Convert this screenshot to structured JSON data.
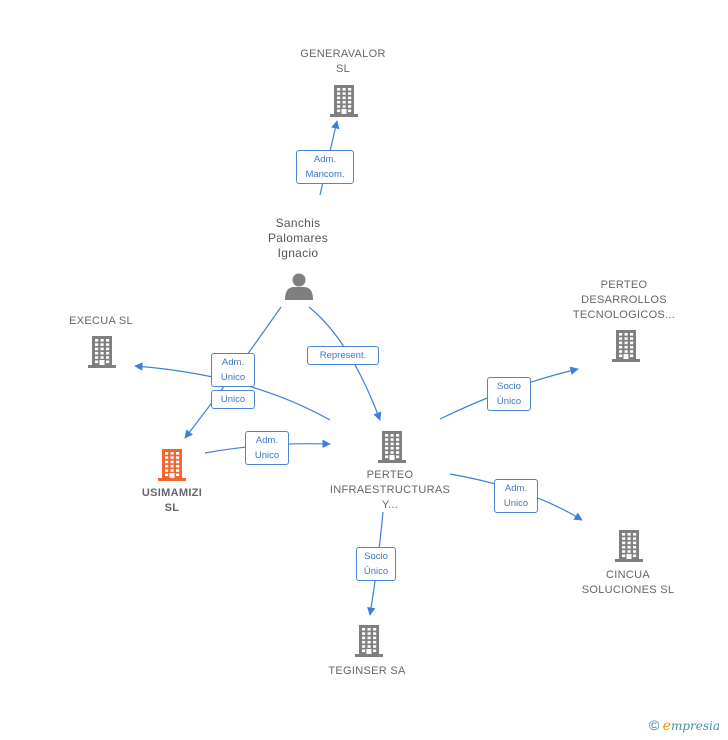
{
  "colors": {
    "edge": "#3c7fdc",
    "company_icon": "#7f7f7f",
    "focus_icon": "#f26430",
    "person_icon": "#7f7f7f"
  },
  "nodes": [
    {
      "id": "generavalor",
      "type": "company",
      "icon": "building-icon",
      "lines": [
        "GENERAVALOR",
        "SL"
      ]
    },
    {
      "id": "sanchis",
      "type": "person",
      "icon": "person-icon",
      "lines": [
        "Sanchis",
        "Palomares",
        "Ignacio"
      ]
    },
    {
      "id": "execua",
      "type": "company",
      "icon": "building-icon",
      "lines": [
        "EXECUA  SL"
      ]
    },
    {
      "id": "perteo_desarrollos",
      "type": "company",
      "icon": "building-icon",
      "lines": [
        "PERTEO",
        "DESARROLLOS",
        "TECNOLOGICOS..."
      ]
    },
    {
      "id": "usimamizi",
      "type": "focus",
      "icon": "building-icon",
      "lines": [
        "USIMAMIZI",
        "SL"
      ]
    },
    {
      "id": "perteo_infra",
      "type": "company",
      "icon": "building-icon",
      "lines": [
        "PERTEO",
        "INFRAESTRUCTURAS",
        "Y..."
      ]
    },
    {
      "id": "cincua",
      "type": "company",
      "icon": "building-icon",
      "lines": [
        "CINCUA",
        "SOLUCIONES SL"
      ]
    },
    {
      "id": "teginser",
      "type": "company",
      "icon": "building-icon",
      "lines": [
        "TEGINSER SA"
      ]
    }
  ],
  "edges": [
    {
      "id": "e1",
      "from": "sanchis",
      "to": "generavalor",
      "label": [
        "Adm.",
        "Mancom."
      ]
    },
    {
      "id": "e2",
      "from": "sanchis",
      "to": "usimamizi",
      "label": [
        "Adm.",
        "Unico"
      ]
    },
    {
      "id": "e3",
      "from": "sanchis",
      "to": "perteo_infra",
      "label": [
        "Represent."
      ]
    },
    {
      "id": "e4",
      "from": "perteo_infra",
      "to": "execua",
      "label": [
        "Unico"
      ]
    },
    {
      "id": "e5",
      "from": "usimamizi",
      "to": "perteo_infra",
      "label": [
        "Adm.",
        "Unico"
      ]
    },
    {
      "id": "e6",
      "from": "perteo_infra",
      "to": "perteo_desarrollos",
      "label": [
        "Socio",
        "Único"
      ]
    },
    {
      "id": "e7",
      "from": "perteo_infra",
      "to": "cincua",
      "label": [
        "Adm.",
        "Unico"
      ]
    },
    {
      "id": "e8",
      "from": "perteo_infra",
      "to": "teginser",
      "label": [
        "Socio",
        "Único"
      ]
    }
  ],
  "footer": {
    "copyright": "©",
    "brand_initial": "e",
    "brand_rest": "mpresia"
  }
}
